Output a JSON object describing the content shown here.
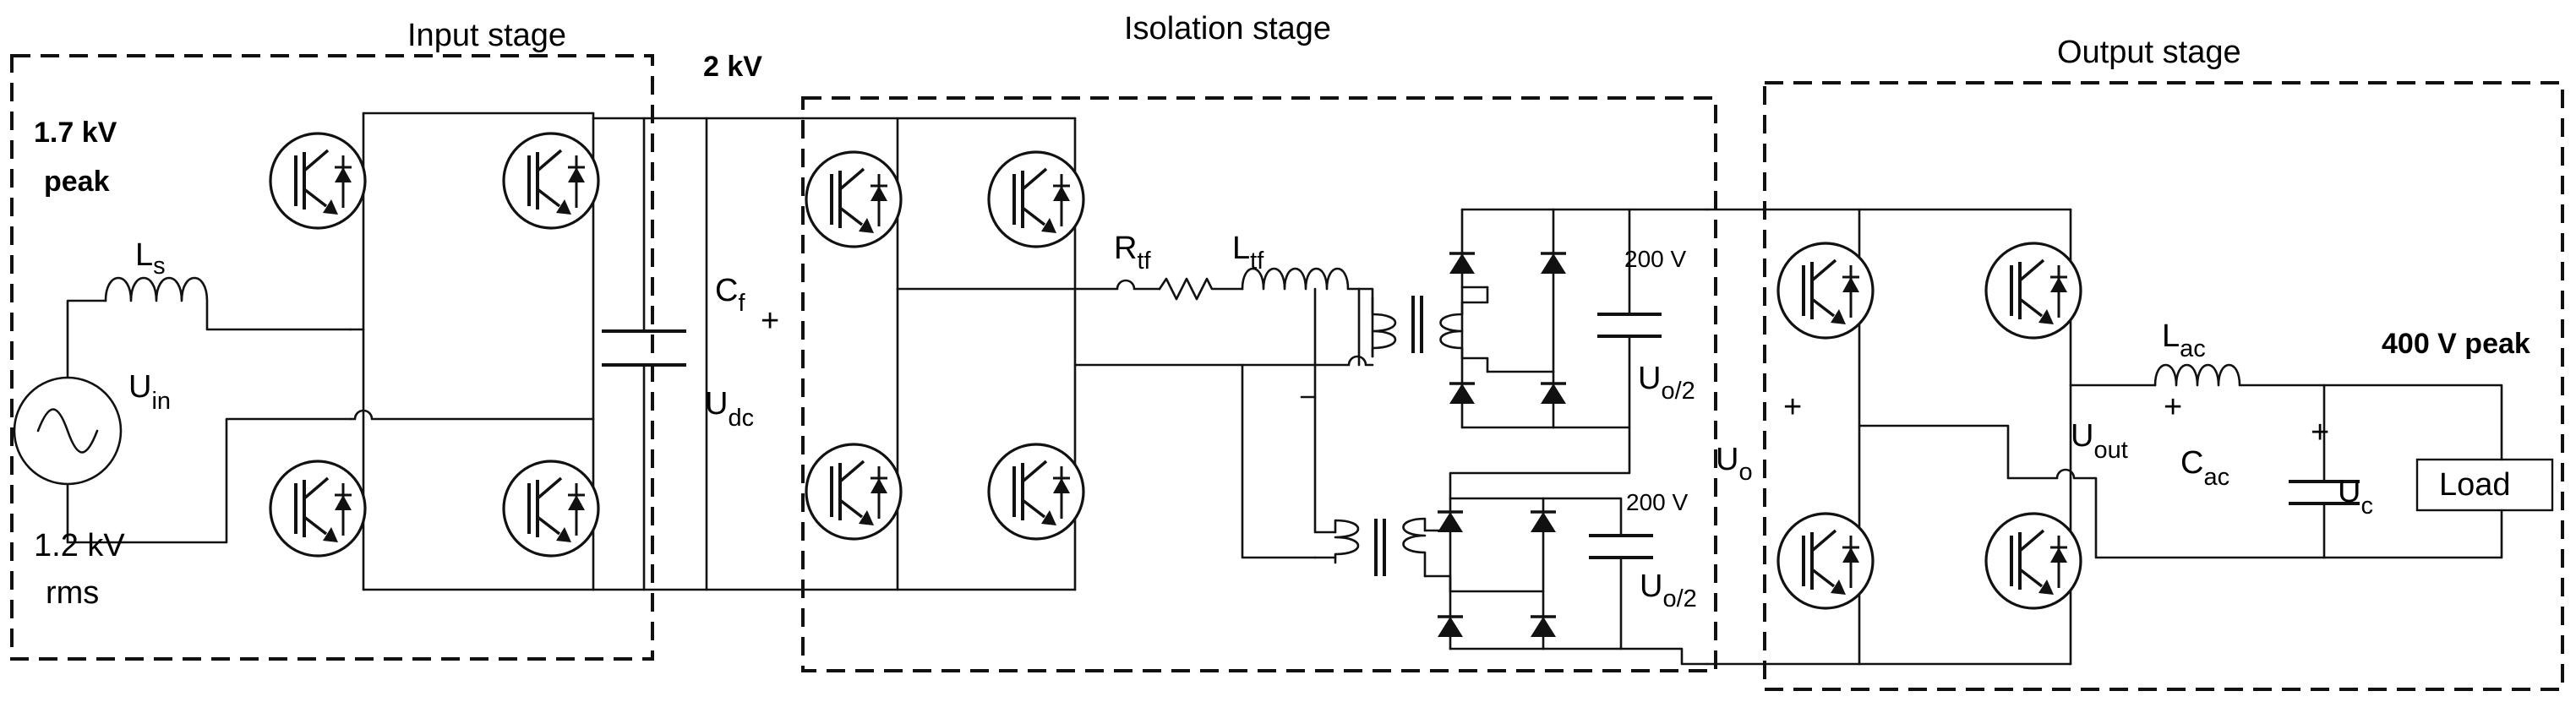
{
  "stages": {
    "input": "Input stage",
    "isolation": "Isolation stage",
    "output": "Output stage"
  },
  "labels": {
    "peak_voltage_line1": "1.7 kV",
    "peak_voltage_line2": "peak",
    "rms_voltage_line1": "1.2 kV",
    "rms_voltage_line2": "rms",
    "dc_link_voltage": "2 kV",
    "output_peak": "400 V peak",
    "cap_upper_voltage": "200 V",
    "cap_lower_voltage": "200 V",
    "load": "Load",
    "plus": "+"
  },
  "components": {
    "ls": {
      "main": "L",
      "sub": "s"
    },
    "uin": {
      "main": "U",
      "sub": "in"
    },
    "cf": {
      "main": "C",
      "sub": "f"
    },
    "udc": {
      "main": "U",
      "sub": "dc"
    },
    "rtf": {
      "main": "R",
      "sub": "tf"
    },
    "ltf": {
      "main": "L",
      "sub": "tf"
    },
    "uo2_top": {
      "main": "U",
      "sub": "o/2"
    },
    "uo2_bottom": {
      "main": "U",
      "sub": "o/2"
    },
    "uo": {
      "main": "U",
      "sub": "o"
    },
    "uout": {
      "main": "U",
      "sub": "out"
    },
    "lac": {
      "main": "L",
      "sub": "ac"
    },
    "cac": {
      "main": "C",
      "sub": "ac"
    },
    "uc": {
      "main": "U",
      "sub": "c"
    }
  }
}
